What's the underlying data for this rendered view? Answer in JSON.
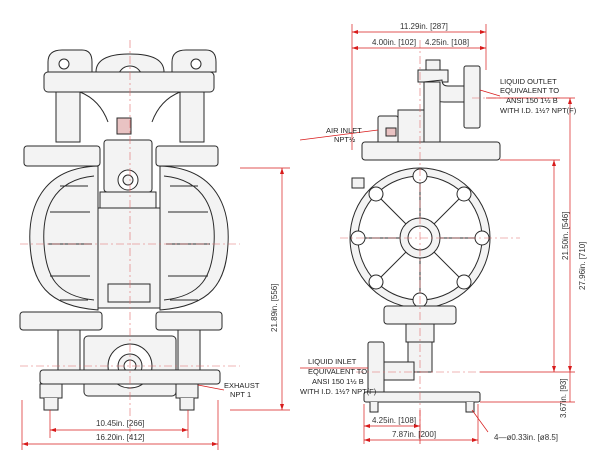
{
  "front_view": {
    "exhaust": {
      "line1": "EXHAUST",
      "line2": "NPT 1"
    },
    "dims": {
      "width_feet": "10.45in. [266]",
      "width_overall": "16.20in. [412]",
      "height_overall": "21.89in. [556]"
    }
  },
  "side_view": {
    "dims": {
      "top_overall": "11.29in. [287]",
      "top_left": "4.00in. [102]",
      "top_right": "4.25in. [108]",
      "height_outlet": "27.96in. [710]",
      "height_body": "21.50in. [546]",
      "height_inlet": "3.67in. [93]",
      "bottom_left": "4.25in. [108]",
      "bottom_overall": "7.87in. [200]",
      "holes": "4—ø0.33in. [ø8.5]"
    },
    "air_inlet": {
      "line1": "AIR INLET",
      "line2": "NPT½"
    },
    "liquid_outlet": {
      "line1": "LIQUID OUTLET",
      "line2": "EQUIVALENT TO",
      "line3": "ANSI 150 1½  B",
      "line4": "WITH I.D. 1½? NPT(F)"
    },
    "liquid_inlet": {
      "line1": "LIQUID INLET",
      "line2": "EQUIVALENT TO",
      "line3": "ANSI 150 1½  B",
      "line4": "WITH I.D. 1½? NPT(F)"
    }
  },
  "colors": {
    "line": "#2a2a2a",
    "dimension": "#d81b1b",
    "centerline": "#e06a6a",
    "body": "#f3f3f3"
  }
}
